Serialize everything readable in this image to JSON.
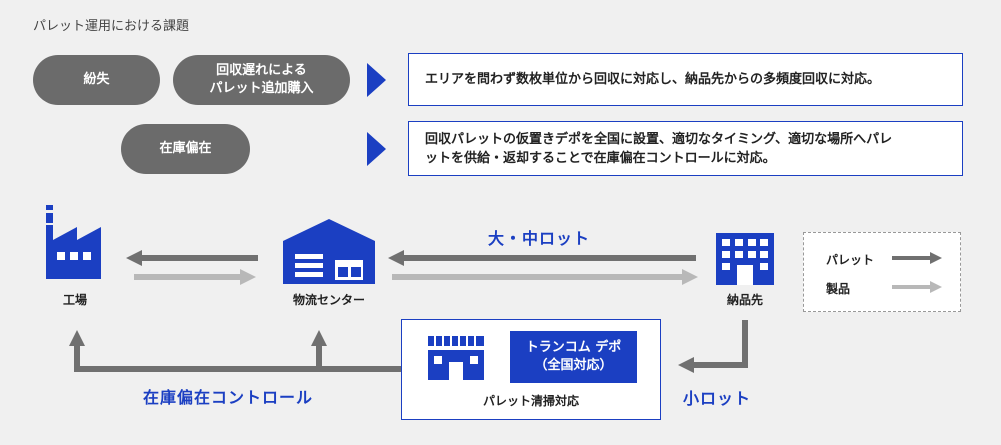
{
  "page_title": "パレット運用における課題",
  "issues": {
    "loss": "紛失",
    "late_return": "回収遅れによる\nパレット追加購入",
    "stock_imbalance": "在庫偏在"
  },
  "solutions": {
    "solution_1": "エリアを問わず数枚単位から回収に対応し、納品先からの多頻度回収に対応。",
    "solution_2_line1": "回収パレットの仮置きデポを全国に設置、適切なタイミング、適切な場所へパレ",
    "solution_2_line2": "ットを供給・返却することで在庫偏在コントロールに対応。"
  },
  "nodes": {
    "factory": "工場",
    "logistics_center": "物流センター",
    "delivery_destination": "納品先"
  },
  "flow_labels": {
    "large_mid_lot": "大・中ロット",
    "small_lot": "小ロット",
    "stock_control": "在庫偏在コントロール"
  },
  "depot": {
    "name": "トランコム デポ",
    "sub": "（全国対応）",
    "caption": "パレット清掃対応"
  },
  "legend": {
    "pallet": "パレット",
    "product": "製品"
  },
  "colors": {
    "accent": "#1b3fc2",
    "pallet_arrow": "#707070",
    "product_arrow": "#b8b8b8",
    "pill": "#6b6b6b"
  }
}
